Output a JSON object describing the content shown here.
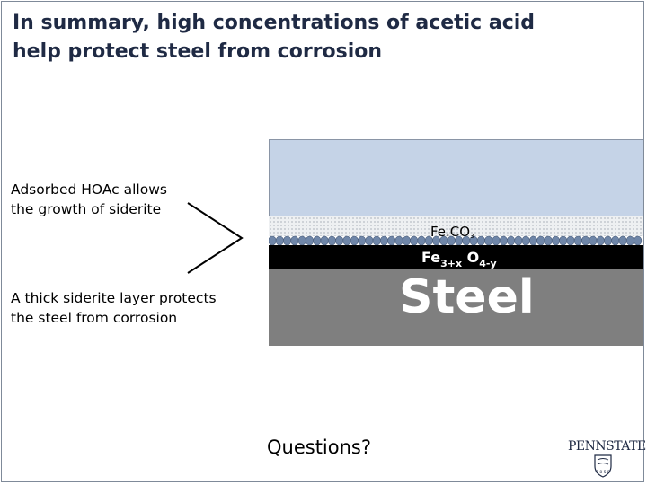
{
  "title": {
    "line1": "In summary, high concentrations of acetic acid",
    "line2": "help protect steel from corrosion"
  },
  "points": [
    {
      "line1": "Adsorbed HOAc allows",
      "line2": "the growth of siderite"
    },
    {
      "line1": "A thick siderite layer protects",
      "line2": "the steel from corrosion"
    }
  ],
  "diagram": {
    "siderite_label": {
      "base": "Fe.CO",
      "sub": "3"
    },
    "oxide_label": {
      "a": "Fe",
      "a_sub": "3+x",
      "b": " O",
      "b_sub": "4-y"
    },
    "steel_label": "Steel"
  },
  "footer": {
    "questions": "Questions?",
    "logo_text": "PENNSTATE",
    "logo_year": "1 8 5 5"
  },
  "colors": {
    "title": "#1f2a44",
    "solution": "#c5d3e7",
    "molecule": "#6f86a8",
    "oxide": "#000000",
    "steel": "#7f7f7f"
  }
}
